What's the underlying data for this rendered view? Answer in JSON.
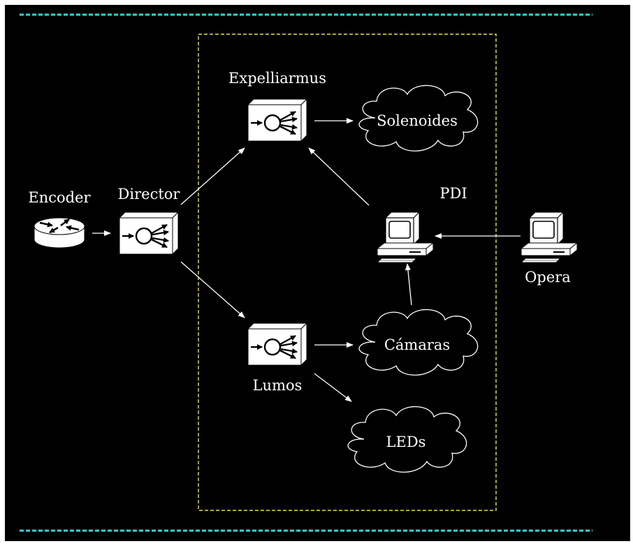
{
  "labels": {
    "encoder": "Encoder",
    "director": "Director",
    "expelliarmus": "Expelliarmus",
    "lumos": "Lumos",
    "pdi": "PDI",
    "opera": "Opera",
    "solenoides": "Solenoides",
    "camaras": "Cámaras",
    "leds": "LEDs"
  },
  "colors": {
    "background": "#000000",
    "stroke": "#ffffff",
    "outer_dash": "#33d6d6",
    "inner_box": "#e6e633"
  },
  "icons": {
    "encoder": "router-icon",
    "director": "switch-icon",
    "expelliarmus": "switch-icon",
    "lumos": "switch-icon",
    "pdi": "workstation-icon",
    "opera": "workstation-icon"
  }
}
